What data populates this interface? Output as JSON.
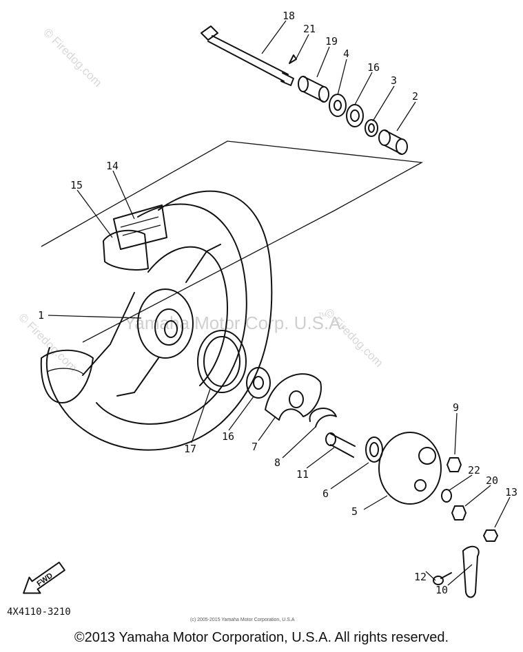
{
  "watermarks": {
    "firedog_left": "© Firedog.com",
    "firedog_top": "© Firedog.com",
    "firedog_right": "© Firedog.com",
    "yamaha_center": "Yamaha Motor Corp. U.S.A.",
    "tm": "TM"
  },
  "part_numbers": [
    "18",
    "21",
    "19",
    "4",
    "16",
    "3",
    "2",
    "14",
    "15",
    "1",
    "17",
    "16",
    "7",
    "8",
    "11",
    "6",
    "9",
    "22",
    "20",
    "13",
    "5",
    "12",
    "10"
  ],
  "fwd_label": "FWD",
  "diagram_code": "4X4110-3210",
  "small_credit": "(c) 2005-2015 Yamaha Motor Corporation, U.S.A",
  "copyright": "©2013 Yamaha Motor Corporation, U.S.A. All rights reserved.",
  "colors": {
    "ink": "#111111",
    "watermark": "#d0d0d0",
    "background": "#ffffff"
  }
}
